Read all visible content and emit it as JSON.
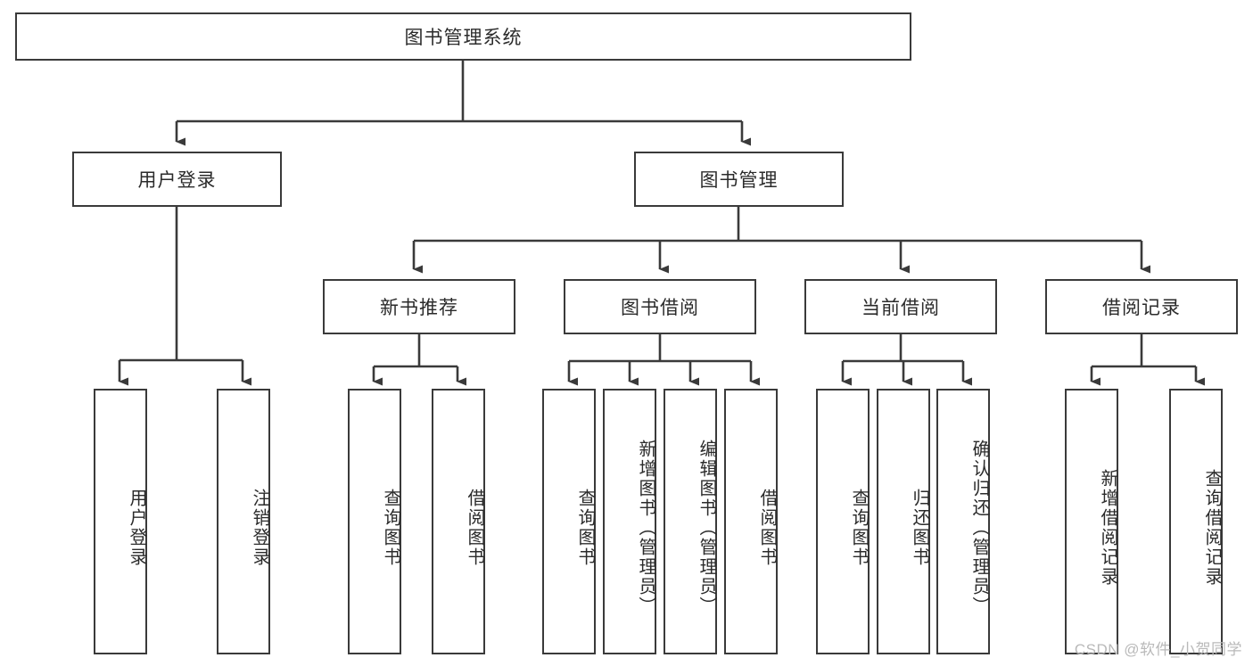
{
  "diagram": {
    "title": "图书管理系统",
    "type": "tree-hierarchy",
    "root": {
      "label": "图书管理系统"
    },
    "level1": [
      {
        "label": "用户登录"
      },
      {
        "label": "图书管理"
      }
    ],
    "level2": [
      {
        "label": "新书推荐",
        "parent": "图书管理"
      },
      {
        "label": "图书借阅",
        "parent": "图书管理"
      },
      {
        "label": "当前借阅",
        "parent": "图书管理"
      },
      {
        "label": "借阅记录",
        "parent": "图书管理"
      }
    ],
    "leaves": {
      "user_login": [
        {
          "label": "用户登录"
        },
        {
          "label": "注销登录"
        }
      ],
      "new_book_recommend": [
        {
          "label": "查询图书"
        },
        {
          "label": "借阅图书"
        }
      ],
      "book_borrow": [
        {
          "label": "查询图书"
        },
        {
          "label": "新增图书（管理员）"
        },
        {
          "label": "编辑图书（管理员）"
        },
        {
          "label": "借阅图书"
        }
      ],
      "current_borrow": [
        {
          "label": "查询图书"
        },
        {
          "label": "归还图书"
        },
        {
          "label": "确认归还（管理员）"
        }
      ],
      "borrow_record": [
        {
          "label": "新增借阅记录"
        },
        {
          "label": "查询借阅记录"
        }
      ]
    }
  },
  "watermark": {
    "text": "CSDN @软件_小贺同学"
  },
  "colors": {
    "box_border": "#3a3a3a",
    "connector": "#3a3a3a",
    "text": "#2b2b2b",
    "background": "#ffffff",
    "watermark": "#b9b9b9"
  }
}
